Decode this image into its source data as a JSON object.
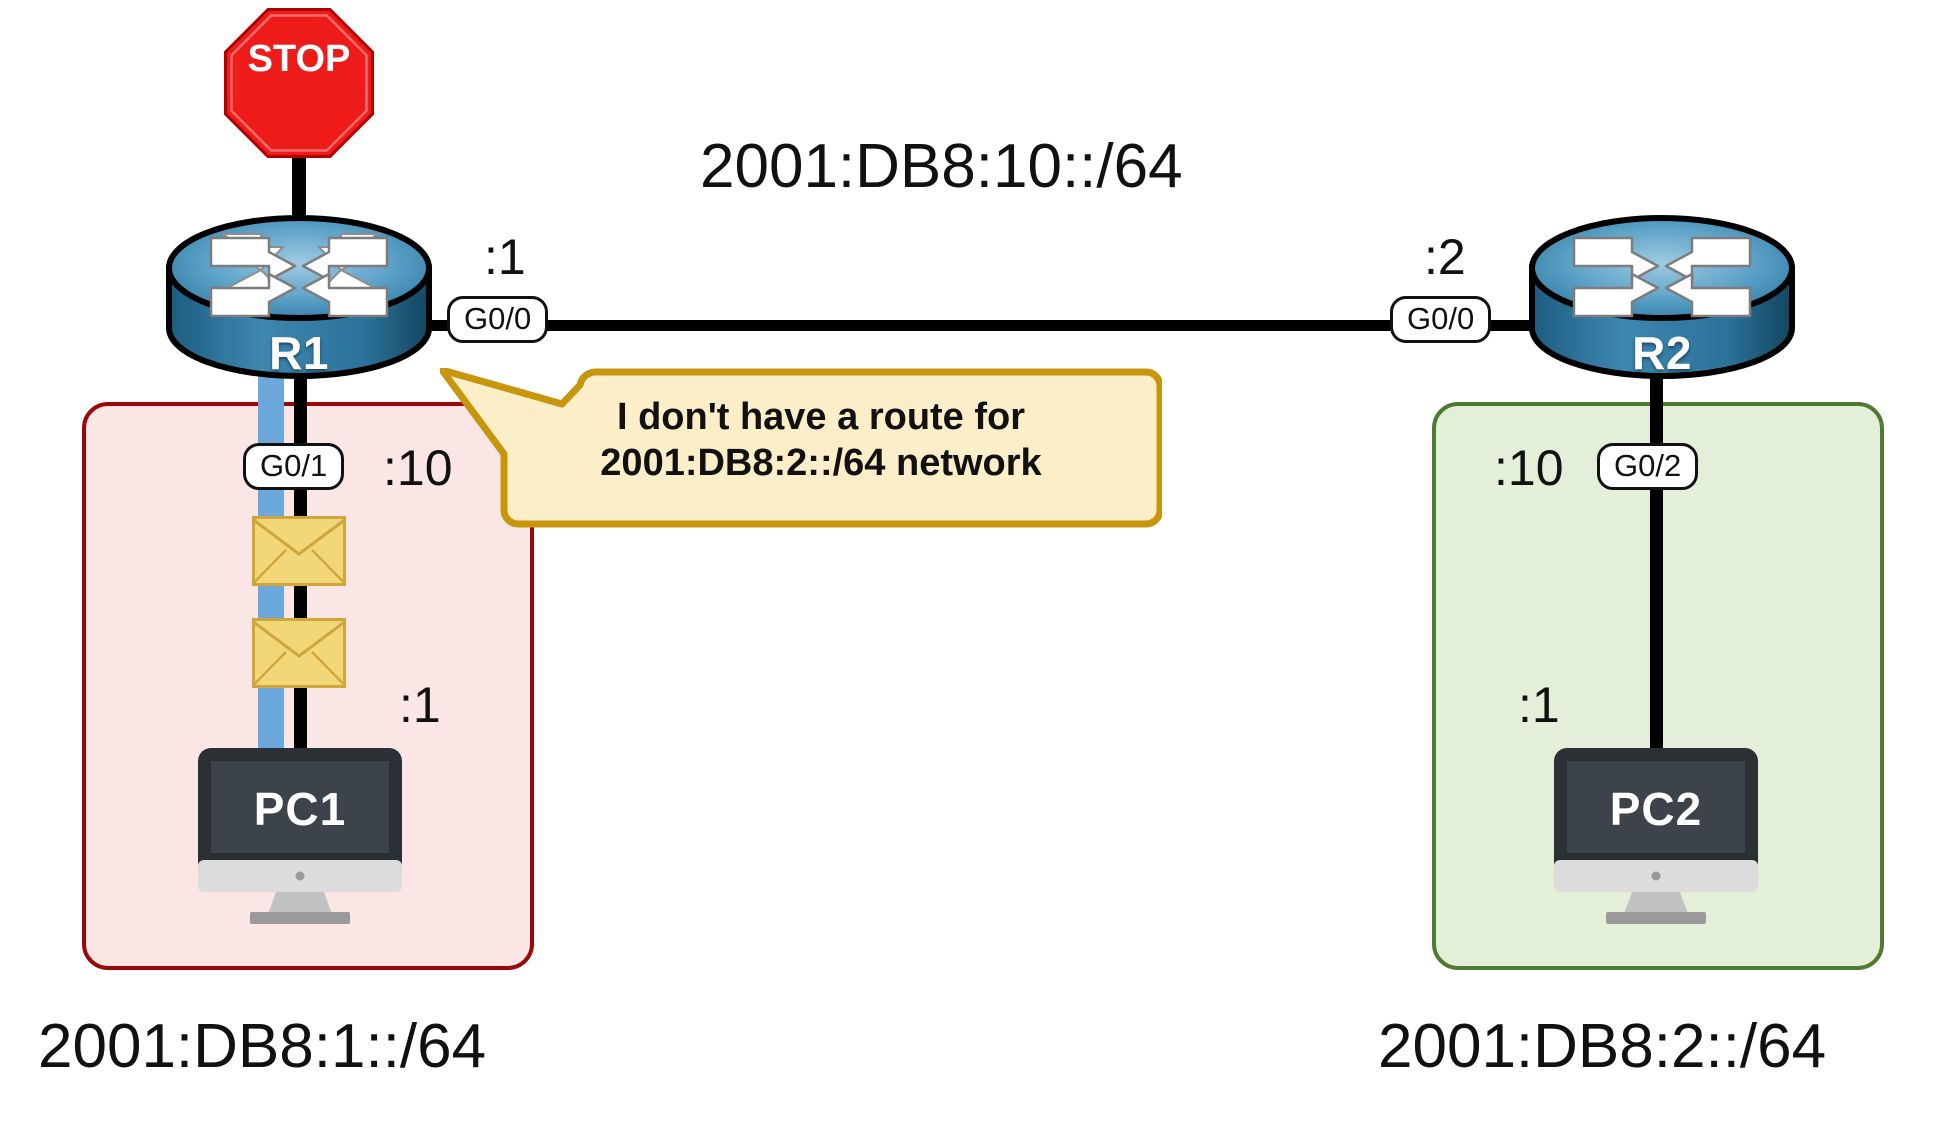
{
  "diagram": {
    "title": "IPv6 routing topology with missing route on R1",
    "colors": {
      "left_zone_fill": "#fbe6e6",
      "left_zone_border": "#9c0606",
      "right_zone_fill": "#e3efd9",
      "right_zone_border": "#4f7a32",
      "router_blue": "#2e7ba6",
      "callout_fill": "#fbeec8",
      "callout_border": "#c8960c",
      "stop_red": "#ee1b1b",
      "envelope_yellow": "#f2d779",
      "flow_blue": "#6da8dc",
      "cable_black": "#000000"
    }
  },
  "prefixes": {
    "wan": "2001:DB8:10::/64",
    "left_lan": "2001:DB8:1::/64",
    "right_lan": "2001:DB8:2::/64"
  },
  "routers": [
    {
      "name": "R1",
      "wan_interface": "G0/0",
      "wan_hostid": ":1",
      "lan_interface": "G0/1",
      "lan_hostid": ":10"
    },
    {
      "name": "R2",
      "wan_interface": "G0/0",
      "wan_hostid": ":2",
      "lan_interface": "G0/2",
      "lan_hostid": ":10"
    }
  ],
  "hosts": [
    {
      "name": "PC1",
      "hostid": ":1"
    },
    {
      "name": "PC2",
      "hostid": ":1"
    }
  ],
  "stop_sign": {
    "label": "STOP"
  },
  "callout": {
    "line1": "I don't have a route for",
    "line2": "2001:DB8:2::/64 network"
  },
  "packets": [
    {
      "name": "packet-1"
    },
    {
      "name": "packet-2"
    },
    {
      "name": "packet-3"
    }
  ]
}
